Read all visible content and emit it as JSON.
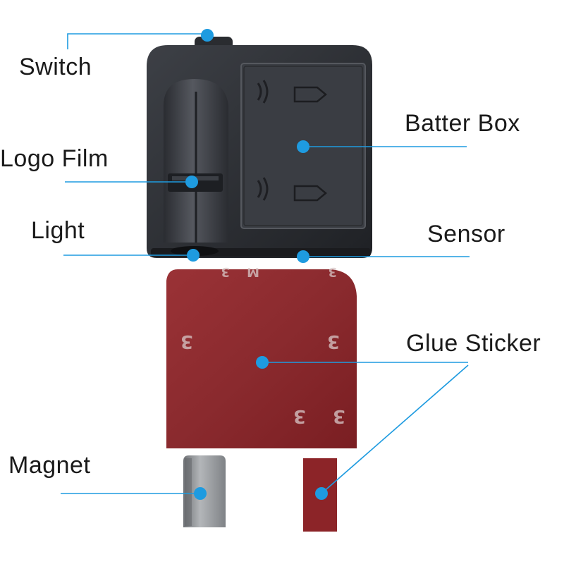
{
  "labels": {
    "switch": "Switch",
    "logo_film": "Logo Film",
    "light": "Light",
    "batter_box": "Batter Box",
    "sensor": "Sensor",
    "glue_sticker": "Glue Sticker",
    "magnet": "Magnet"
  },
  "colors": {
    "callout": "#1e9be0",
    "device_body": "#2e3035",
    "glue_sticker": "#8c2428",
    "magnet": "#8f9295"
  },
  "icons": {
    "callout_marker": "dot"
  }
}
